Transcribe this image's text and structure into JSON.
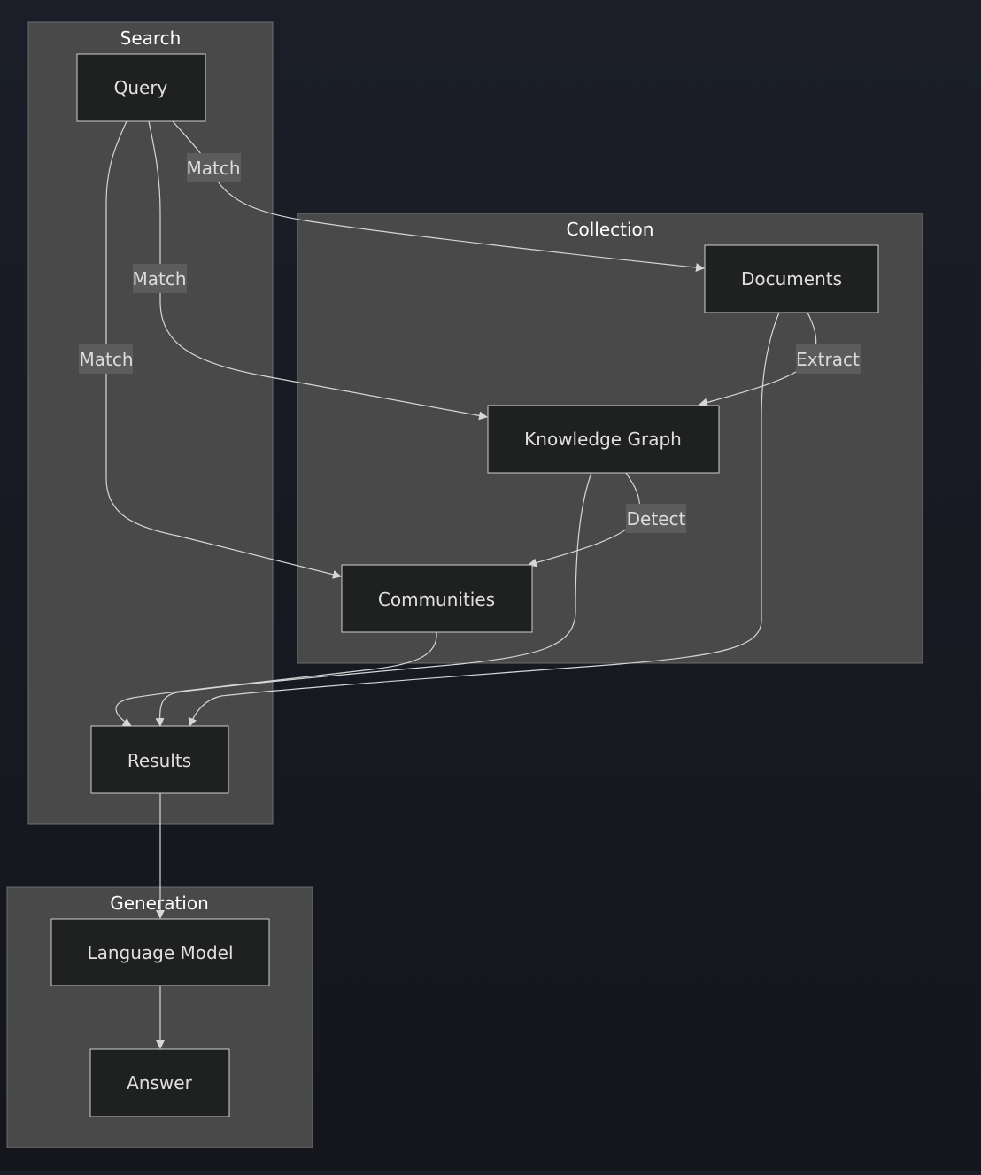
{
  "clusters": {
    "search": {
      "title": "Search"
    },
    "collection": {
      "title": "Collection"
    },
    "generation": {
      "title": "Generation"
    }
  },
  "nodes": {
    "query": {
      "label": "Query"
    },
    "documents": {
      "label": "Documents"
    },
    "knowledge_graph": {
      "label": "Knowledge Graph"
    },
    "communities": {
      "label": "Communities"
    },
    "results": {
      "label": "Results"
    },
    "language_model": {
      "label": "Language Model"
    },
    "answer": {
      "label": "Answer"
    }
  },
  "edges": {
    "query_documents": {
      "label": "Match"
    },
    "query_knowledge_graph": {
      "label": "Match"
    },
    "query_communities": {
      "label": "Match"
    },
    "documents_knowledge_graph": {
      "label": "Extract"
    },
    "knowledge_graph_communities": {
      "label": "Detect"
    },
    "communities_results": {
      "label": ""
    },
    "knowledge_graph_results": {
      "label": ""
    },
    "documents_results": {
      "label": ""
    },
    "results_language_model": {
      "label": ""
    },
    "language_model_answer": {
      "label": ""
    }
  }
}
